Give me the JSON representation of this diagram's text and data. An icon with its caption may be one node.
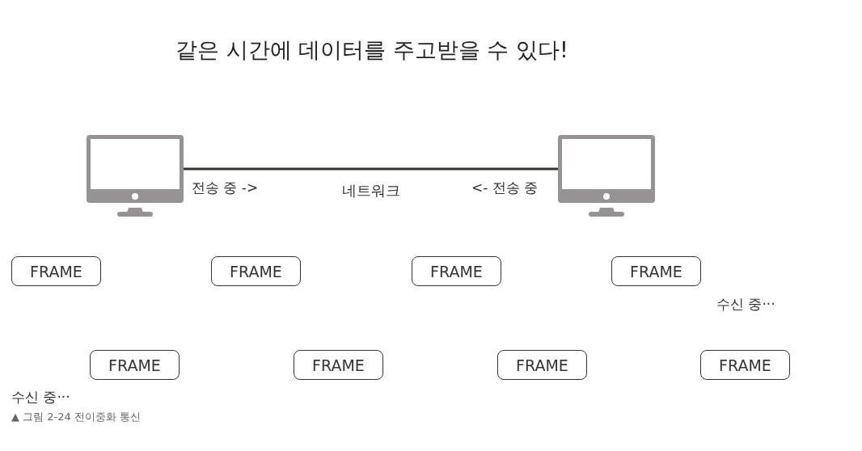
{
  "diagram": {
    "title": "같은 시간에 데이터를 주고받을 수 있다!",
    "caption": "▲ 그림 2-24 전이중화 통신",
    "nodes": [
      {
        "text": [],
        "shape": "monitor"
      },
      {
        "text": [],
        "shape": "monitor"
      },
      {
        "text": [
          "FRAME"
        ]
      },
      {
        "text": [
          "FRAME"
        ]
      },
      {
        "text": [
          "FRAME"
        ]
      },
      {
        "text": [
          "FRAME"
        ]
      },
      {
        "text": [
          "FRAME"
        ]
      },
      {
        "text": [
          "FRAME"
        ]
      },
      {
        "text": [
          "FRAME"
        ]
      },
      {
        "text": [
          "FRAME"
        ]
      }
    ],
    "edges": [
      {
        "from": 0,
        "to": 1,
        "arrow": "none",
        "label": "네트워크"
      }
    ],
    "labels": [
      "전송 중 ->",
      "<- 전송 중",
      "수신 중···",
      "수신 중···"
    ]
  }
}
